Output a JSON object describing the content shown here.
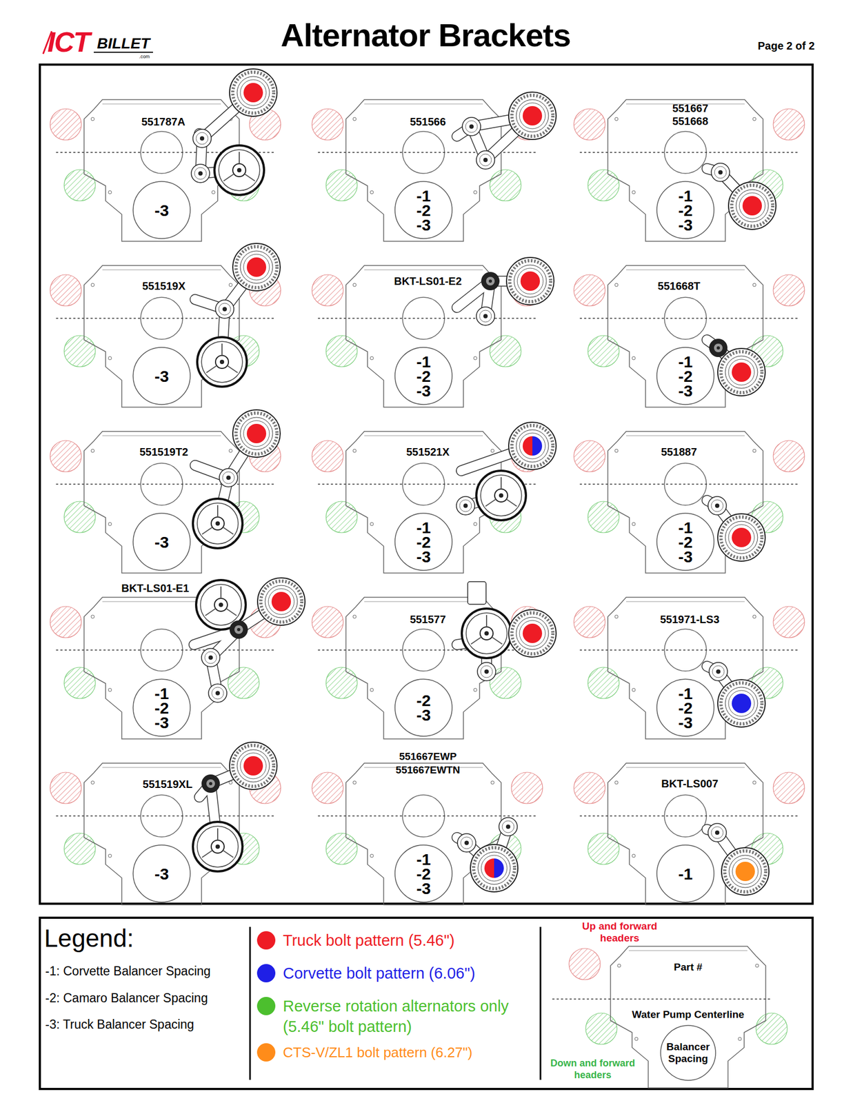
{
  "diagram": {
    "title": "Alternator Brackets",
    "nodes": [
      {
        "text": [
          "-3"
        ]
      },
      {
        "text": [
          "-1 -2 -3"
        ]
      },
      {
        "text": [
          "-1 -2 -3"
        ]
      },
      {
        "text": [
          "-3"
        ]
      },
      {
        "text": [
          "-1 -2 -3"
        ]
      },
      {
        "text": [
          "-1 -2 -3"
        ]
      },
      {
        "text": [
          "-3"
        ]
      },
      {
        "text": [
          "-1 -2 -3"
        ]
      },
      {
        "text": [
          "-1 -2 -3"
        ]
      },
      {
        "text": [
          "-1 -2 -3"
        ]
      },
      {
        "text": [
          "-2 -3"
        ]
      },
      {
        "text": [
          "-1 -2 -3"
        ]
      },
      {
        "text": [
          "-3"
        ]
      },
      {
        "text": [
          "-1 -2 -3"
        ]
      },
      {
        "text": [
          "-1"
        ]
      },
      {
        "text": [
          "Balancer Spacing"
        ]
      }
    ],
    "labels": [
      "ICT",
      "BILLET",
      ".com",
      "Page 2 of 2",
      "551787A",
      "551566",
      "551667",
      "551668",
      "551519X",
      "BKT-LS01-E2",
      "551668T",
      "551519T2",
      "551521X",
      "551887",
      "BKT-LS01-E1",
      "551577",
      "551971-LS3",
      "551519XL",
      "551667EWP",
      "551667EWTN",
      "BKT-LS007",
      "Legend:",
      "-1: Corvette Balancer Spacing",
      "-2: Camaro Balancer Spacing",
      "-3: Truck Balancer Spacing",
      "Up and forward headers",
      "Part #",
      "Water Pump Centerline",
      "Down and forward headers"
    ],
    "legend": [
      {
        "text": "Truck bolt pattern (5.46\")",
        "color": "#ee1c25"
      },
      {
        "text": "Corvette bolt pattern (6.06\")",
        "color": "#1f1fe6"
      },
      {
        "text": "Reverse rotation alternators only (5.46\" bolt pattern)",
        "color": "#4cbf2e"
      },
      {
        "text": "CTS-V/ZL1 bolt pattern (6.27\")",
        "color": "#ff8c1a"
      }
    ]
  }
}
